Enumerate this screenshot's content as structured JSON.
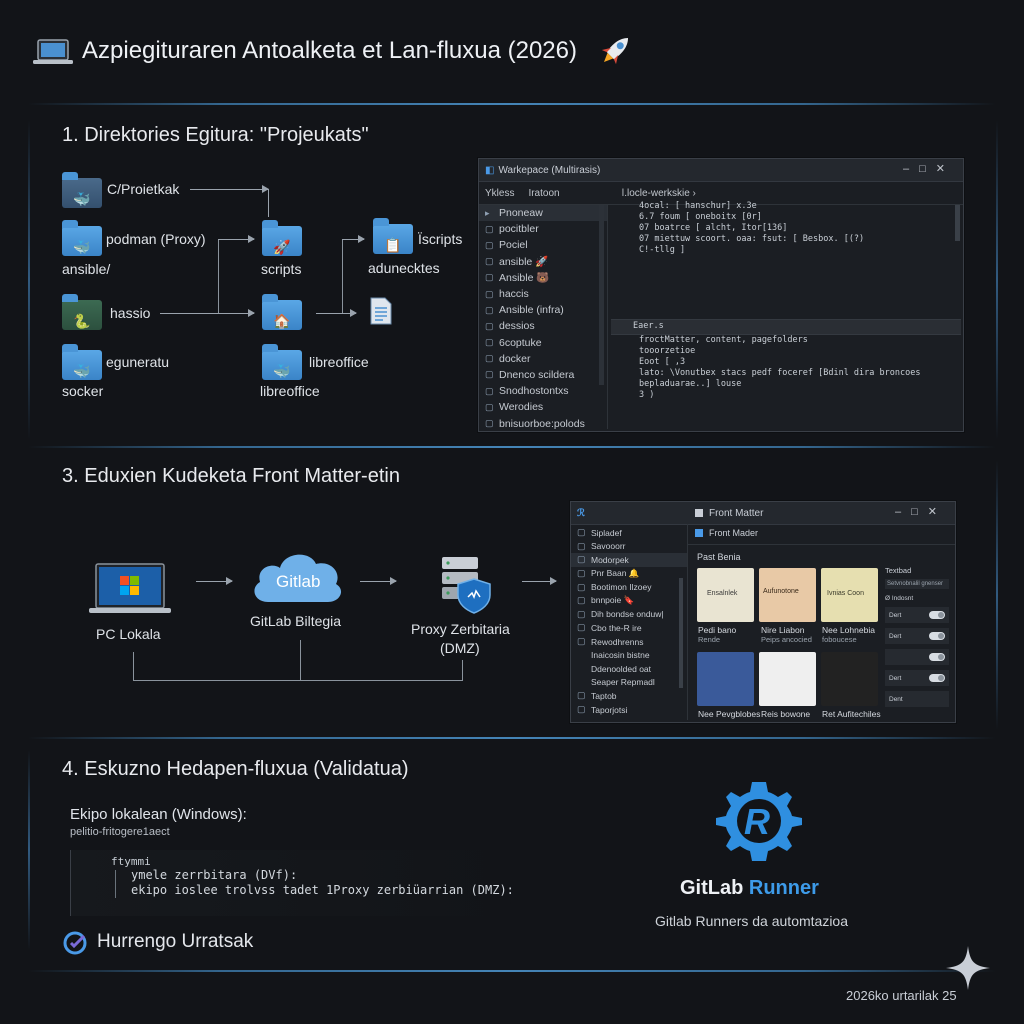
{
  "header": {
    "title": "Azpiegituraren Antoalketa et Lan-fluxua (2026)",
    "laptop_icon": "laptop-icon",
    "rocket_icon": "rocket-icon"
  },
  "section1": {
    "heading": "1. Direktories Egitura:  \"Projeukats\"",
    "nodes": {
      "root": "C/Proietkak",
      "podman": "podman (Proxy)",
      "ansible": "ansible/",
      "hassio": "hassio",
      "egu": "eguneratu",
      "socker": "socker",
      "scripts": "scripts",
      "scripts_r": "Ïscripts",
      "adunec": "adunecktes",
      "libre": "libreoffice",
      "libre2": "libreoffice"
    },
    "workspace": {
      "title": "Warkepace (Multirasis)",
      "tab1": "Ykless",
      "tab2": "Iratoon",
      "tab3": "ǀ.locle-werkskie ›",
      "items": [
        "Pnoneaw",
        "pocitbler",
        "Pociel",
        "ansible 🚀",
        "Ansible 🐻",
        "haccis",
        "Ansible  (infra)",
        "dessios",
        "6coptuke",
        "docker",
        "Dnenco scildera",
        "Snodhostontxs",
        "Werodies",
        "bnisuorboe:polods"
      ],
      "code_top": [
        "4ocal: [ hanschur]  x.3e",
        "6.7  foum [ oneboitx  [0r]",
        "07  boatrce [ alcht, Itor[136]",
        "07  miettuw  scoort.  oaa:  fsut:  [ Besbox. [(?)",
        "C!-tllg ]"
      ],
      "code_mid_label": "Eaer.s",
      "code_bottom": [
        "froctMatter, content, pagefolders",
        "tooorzetioe",
        "Eoot  [ ,3",
        "lato:  \\Vonutbex stacs pedf foceref [Bdinl  dira broncoes bepladuarae..]  louse",
        "3 )"
      ]
    }
  },
  "section3": {
    "heading": "3. Eduxien Kudeketa Front Matter-etin",
    "pc": "PC Lokala",
    "gitlab_cloud": "Gitlab",
    "gitlab_label": "GitLab Biltegia",
    "proxy_label_1": "Proxy Zerbitaria",
    "proxy_label_2": "(DMZ)",
    "frontmatter": {
      "title": "Front Matter",
      "subtitle": "Front Mader",
      "section": "Past Benia",
      "side": [
        "Sipladef",
        "Savooorr",
        "Modorpek",
        "Pnr Baan 🔔",
        "Bootimon Ilzoey",
        "bnnpoie 🔖",
        "Dih bondse onduw|",
        "Cbo the-R ire",
        "Rewodhrenns",
        "Inaicosin bistne",
        "Ddenoolded oat",
        "Seaper Repmadl",
        "Taptob",
        "Taporjotsi"
      ],
      "cards": [
        {
          "title": "Pedi bano",
          "sub": "Rende"
        },
        {
          "title": "Nire Liabon",
          "sub": "Peips ancocied"
        },
        {
          "title": "Nee Lohnebia",
          "sub": "foboucese"
        },
        {
          "title": "Nee Pevgblobes",
          "sub": ""
        },
        {
          "title": "Reis bowone",
          "sub": ""
        },
        {
          "title": "Ret Aufitechiles",
          "sub": ""
        }
      ],
      "card_texts": [
        "Ensalnlek",
        "Aufunotone",
        "Ivnias Coon"
      ],
      "panel_title": "Textbad",
      "panel_sub": "Setvnobnalil gnenser",
      "panel_label": "Ø  Indosnt",
      "toggles": [
        "Dert",
        "Dert",
        "",
        "Dert",
        "Dent"
      ]
    }
  },
  "section4": {
    "heading": "4. Eskuzno Hedapen-fluxua (Validatua)",
    "ekipo": "Ekipo lokalean (Windows):",
    "ekipo_sub": "pelitio-fritogere1aect",
    "code": [
      "ftymmi",
      "ymele zerrbitara (DVf):",
      "ekipo ioslee trolvss  tadet 1Proxy zerbiüarrian (DMZ):"
    ],
    "next_steps": "Hurrengo Urratsak",
    "runner_title_a": "GitLab ",
    "runner_title_b": "Runner",
    "runner_sub": "Gitlab Runners da automtazioa"
  },
  "footer": {
    "date": "2026ko urtarilak 25"
  },
  "colors": {
    "bg": "#121418",
    "accent": "#3d9be9",
    "panel": "#1b1e23"
  }
}
